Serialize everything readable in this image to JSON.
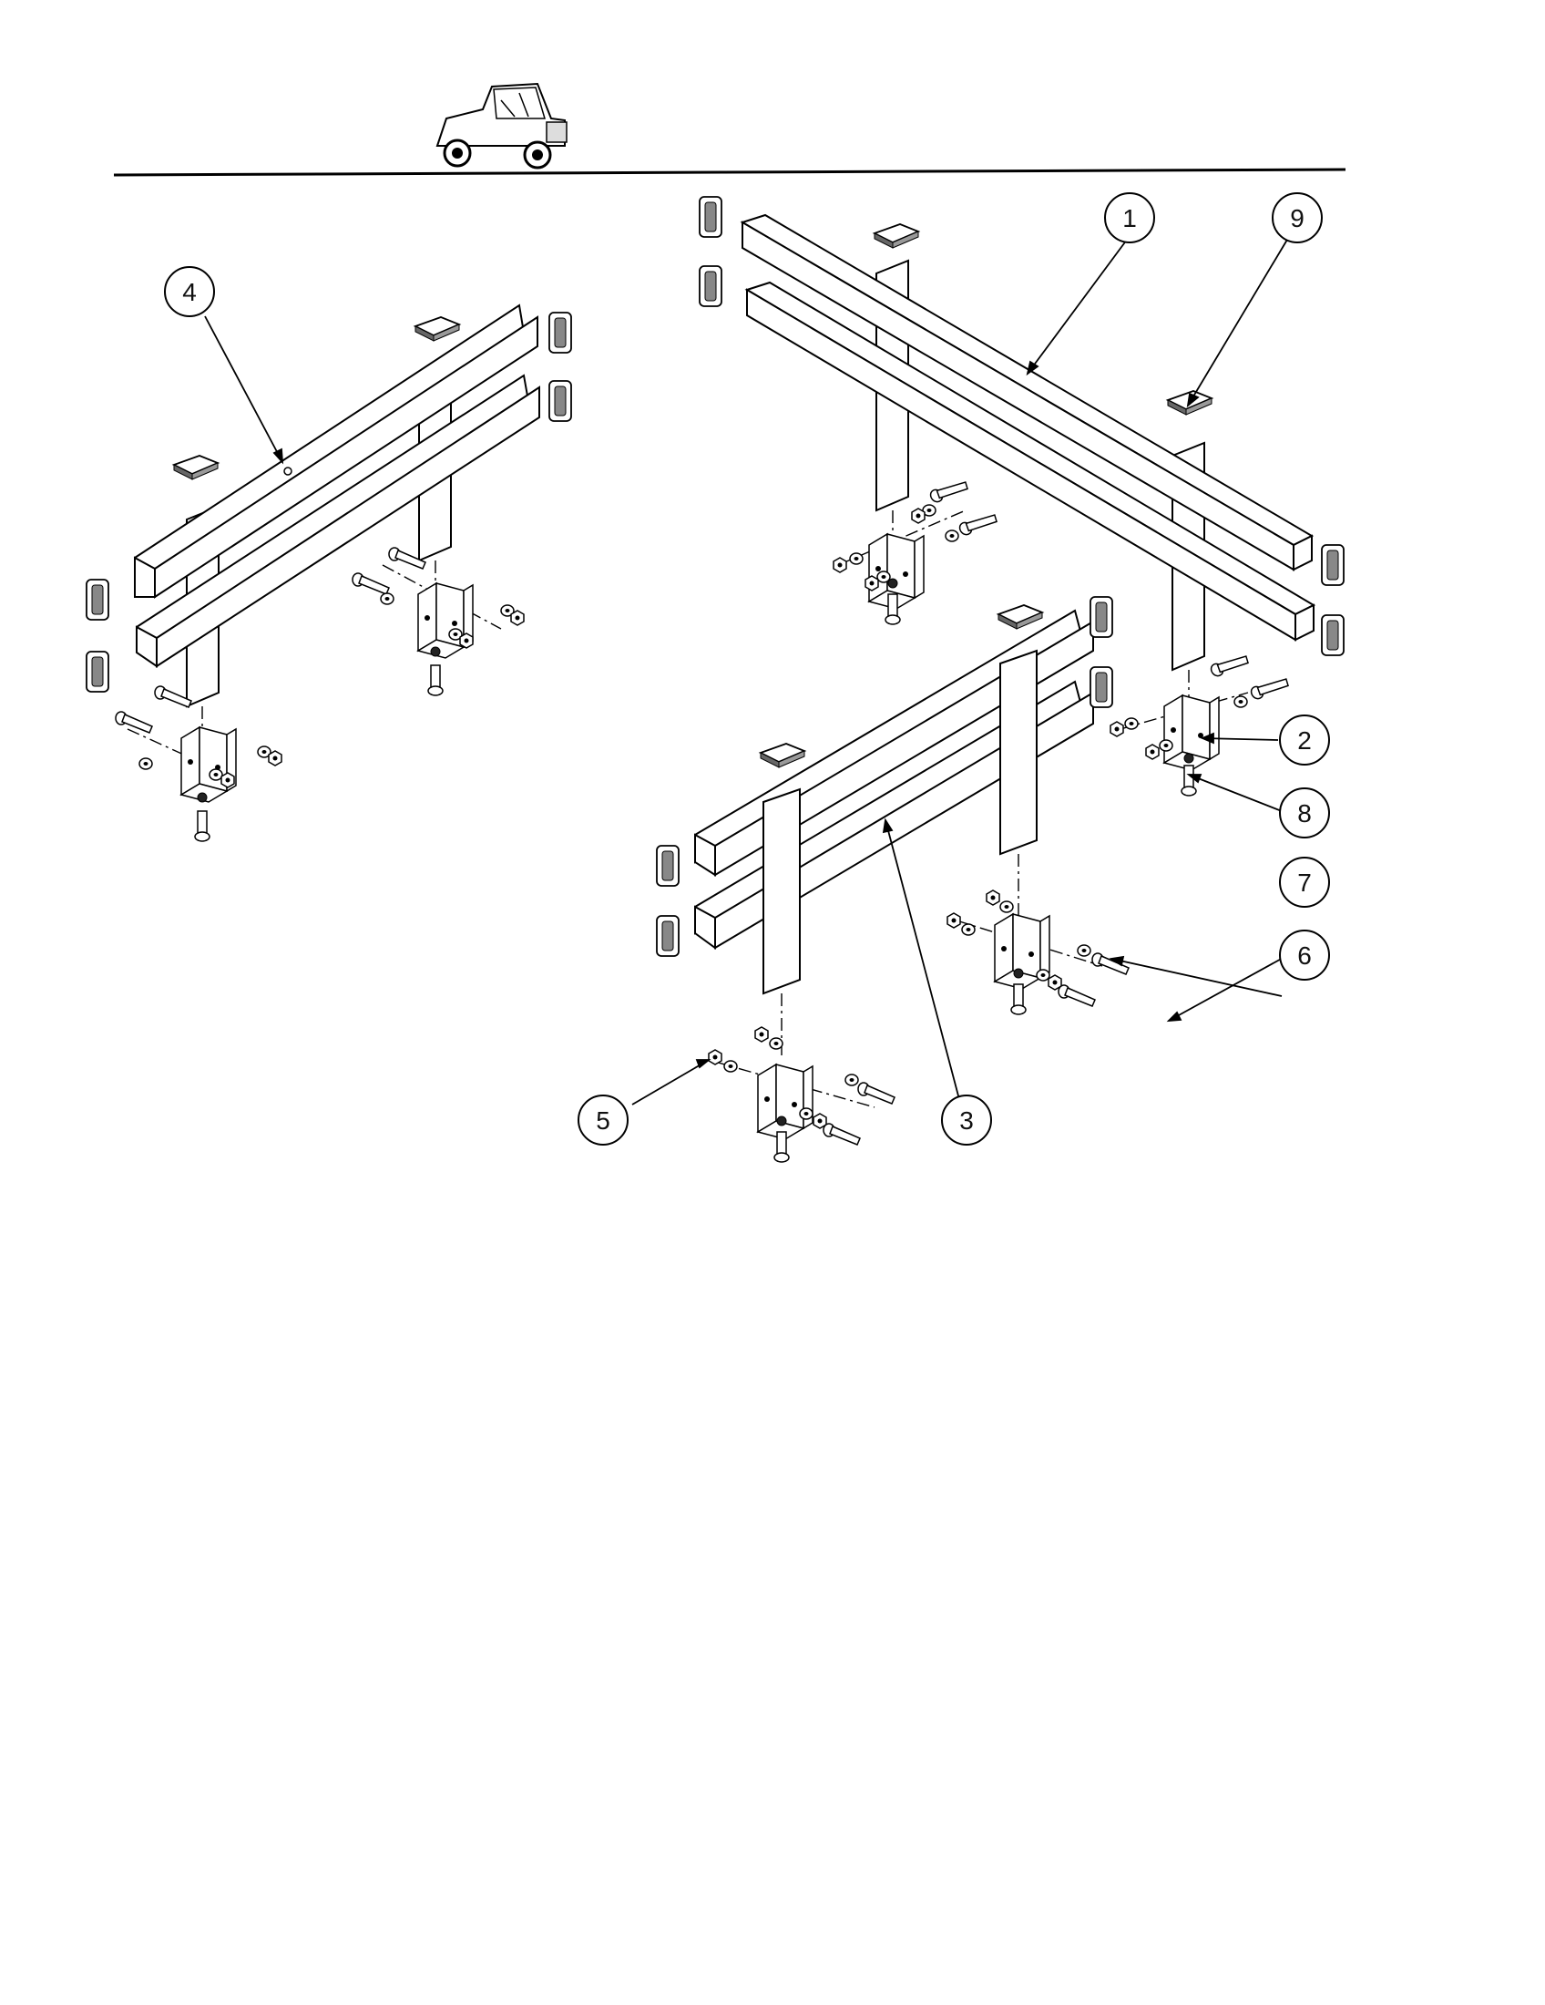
{
  "header": {
    "logo": "vehicle-icon"
  },
  "callouts": [
    {
      "id": "c1",
      "label": "1"
    },
    {
      "id": "c2",
      "label": "2"
    },
    {
      "id": "c3",
      "label": "3"
    },
    {
      "id": "c4",
      "label": "4"
    },
    {
      "id": "c5",
      "label": "5"
    },
    {
      "id": "c6",
      "label": "6"
    },
    {
      "id": "c7",
      "label": "7"
    },
    {
      "id": "c8",
      "label": "8"
    },
    {
      "id": "c9",
      "label": "9"
    }
  ]
}
